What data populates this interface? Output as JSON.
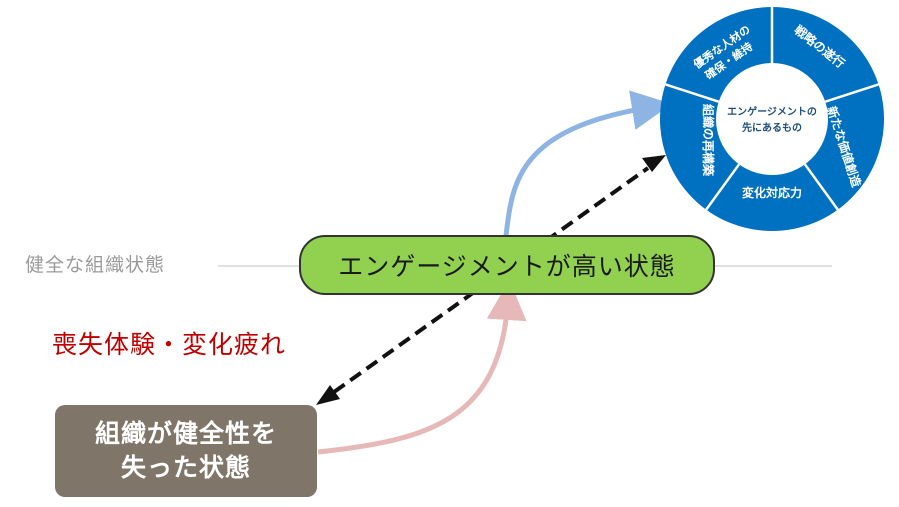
{
  "healthy_label": "健全な組織状態",
  "high_engagement_label": "エンゲージメントが高い状態",
  "loss_label": "喪失体験・変化疲れ",
  "lost_state": {
    "line1": "組織が健全性を",
    "line2": "失った状態"
  },
  "wheel": {
    "center_line1": "エンゲージメントの",
    "center_line2": "先にあるもの",
    "segments": [
      {
        "lines": [
          "優秀な人材の",
          "確保・維持"
        ]
      },
      {
        "lines": [
          "戦略の遂行"
        ]
      },
      {
        "lines": [
          "新たな価値創造"
        ]
      },
      {
        "lines": [
          "変化対応力"
        ]
      },
      {
        "lines": [
          "組織の再構築"
        ]
      }
    ]
  },
  "colors": {
    "wheel_blue": "#0070c0",
    "green_box": "#92d050",
    "loss_red": "#c00000",
    "lost_box": "#7f7568",
    "up_arrow_blue": "#8eb4e3",
    "down_arrow_pink": "#e6b9b8"
  }
}
